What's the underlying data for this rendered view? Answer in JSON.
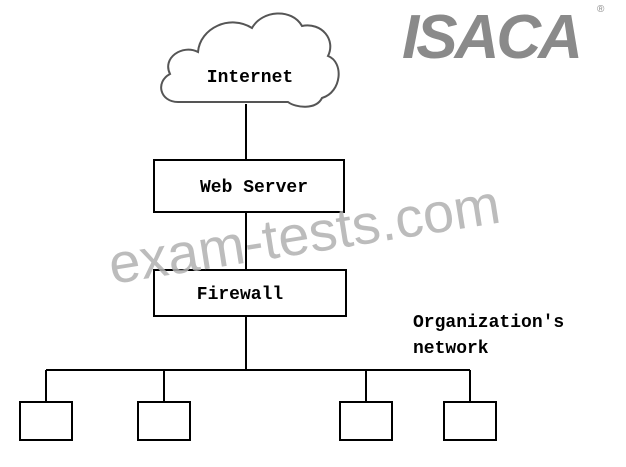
{
  "logo": {
    "text": "ISACA",
    "registered": "®",
    "color": "#888888"
  },
  "watermark": {
    "text": "exam-tests.com",
    "color": "#b8b8b8"
  },
  "nodes": {
    "internet": "Internet",
    "web_server": "Web Server",
    "firewall": "Firewall"
  },
  "network_label": {
    "line1": "Organization's",
    "line2": "network"
  },
  "colors": {
    "stroke": "#000000",
    "cloud_stroke": "#555555"
  }
}
